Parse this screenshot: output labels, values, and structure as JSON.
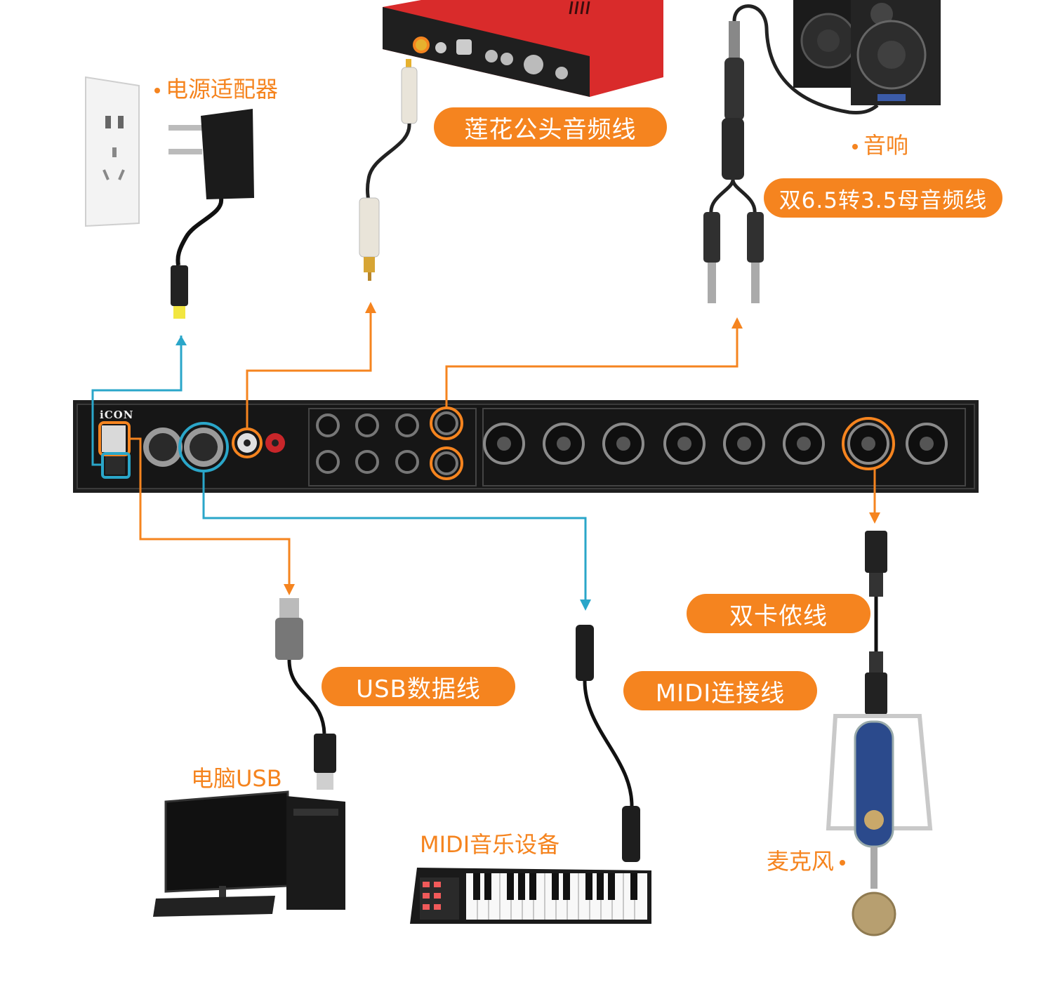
{
  "labels": {
    "power_adapter": "电源适配器",
    "rca_cable": "莲花公头音频线",
    "speaker": "音响",
    "dual_cable": "双6.5转3.5母音频线",
    "xlr_cable": "双卡侬线",
    "usb_cable": "USB数据线",
    "midi_cable": "MIDI连接线",
    "computer_usb": "电脑USB",
    "midi_device": "MIDI音乐设备",
    "microphone": "麦克风"
  },
  "device": {
    "brand": "iCON"
  },
  "colors": {
    "orange": "#f5841f",
    "teal": "#2aa6c9",
    "device_body": "#1f1f1f",
    "red_device": "#d92b2b",
    "mic_blue": "#2b4a8c"
  }
}
